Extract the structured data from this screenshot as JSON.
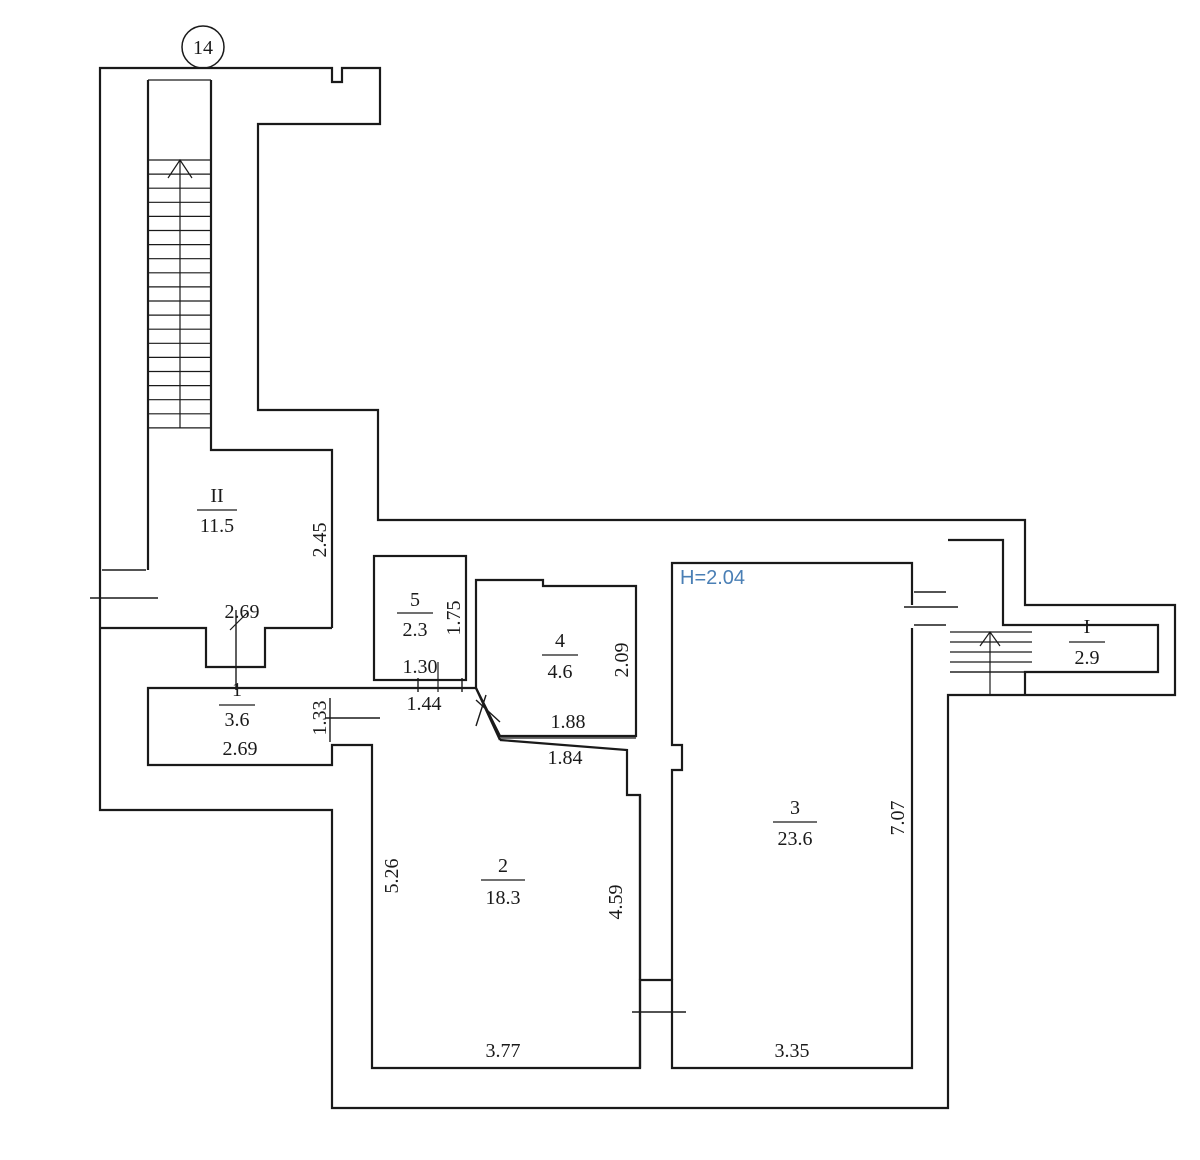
{
  "plan": {
    "building_number": "14",
    "ceiling_height": "H=2.04",
    "ceiling_height_color": "#4a7fb5",
    "rooms": [
      {
        "id": "II",
        "area": "11.5"
      },
      {
        "id": "1",
        "area": "3.6"
      },
      {
        "id": "5",
        "area": "2.3"
      },
      {
        "id": "4",
        "area": "4.6"
      },
      {
        "id": "2",
        "area": "18.3"
      },
      {
        "id": "3",
        "area": "23.6"
      },
      {
        "id": "I",
        "area": "2.9"
      }
    ],
    "dimensions": {
      "d_2_45": "2.45",
      "d_2_69_top": "2.69",
      "d_1_33": "1.33",
      "d_2_69_bottom": "2.69",
      "d_1_75": "1.75",
      "d_1_30": "1.30",
      "d_1_44": "1.44",
      "d_2_09": "2.09",
      "d_1_88": "1.88",
      "d_1_84": "1.84",
      "d_5_26": "5.26",
      "d_4_59": "4.59",
      "d_3_77": "3.77",
      "d_7_07": "7.07",
      "d_3_35": "3.35"
    }
  }
}
